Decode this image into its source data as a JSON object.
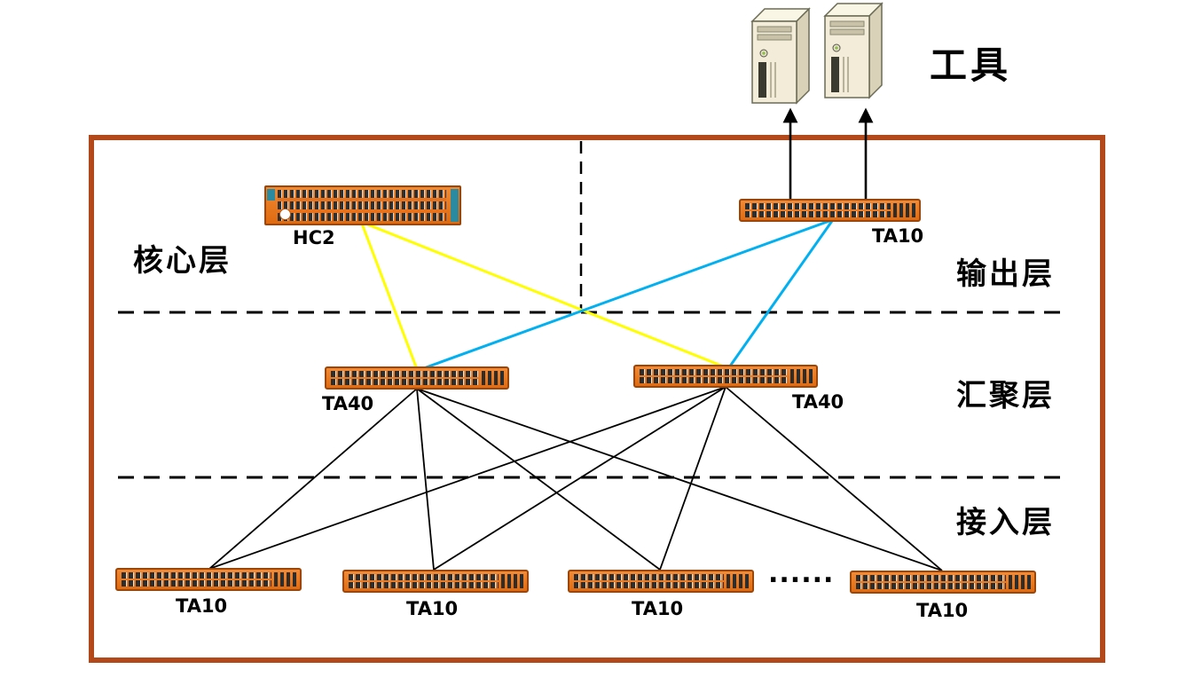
{
  "diagram": {
    "tools_label": "工具",
    "ellipsis": "......",
    "layers": {
      "core": "核心层",
      "output": "输出层",
      "aggregation": "汇聚层",
      "access": "接入层"
    },
    "devices": {
      "hc2": "HC2",
      "output_switch": "TA10",
      "agg_left": "TA40",
      "agg_right": "TA40",
      "access_1": "TA10",
      "access_2": "TA10",
      "access_3": "TA10",
      "access_4": "TA10"
    },
    "colors": {
      "frame": "#b3491a",
      "link_yellow": "#ffff00",
      "link_cyan": "#00b0f0",
      "link_black": "#000000",
      "switch_body": "#e8721c"
    }
  }
}
